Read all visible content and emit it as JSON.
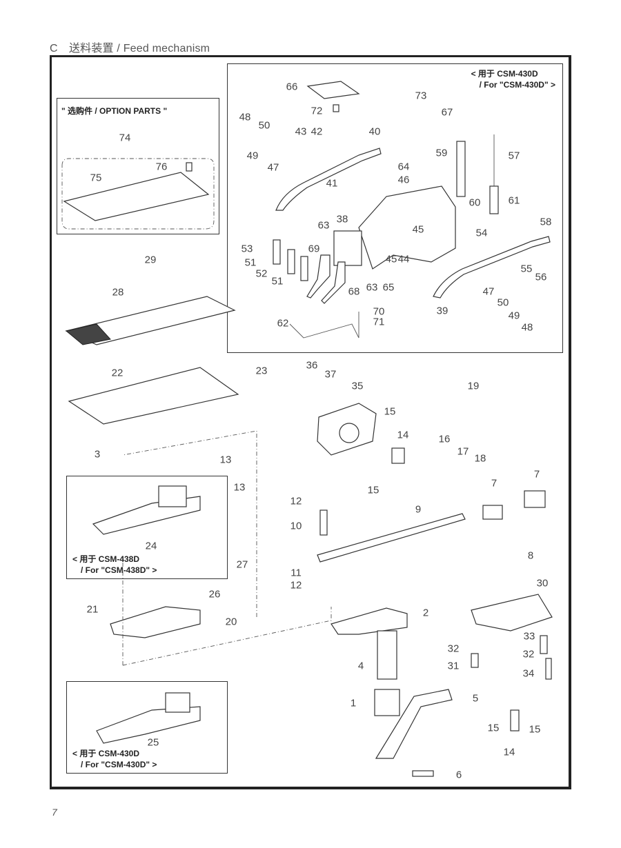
{
  "page": {
    "section_title": "C　送料装置 / Feed mechanism",
    "page_number": "7"
  },
  "boxes": {
    "csm430d_top": {
      "line1": "< 用于 CSM-430D",
      "line2": "/ For \"CSM-430D\" >"
    },
    "option_parts": {
      "title": "\" 选购件 / OPTION PARTS \""
    },
    "csm438d": {
      "line1": "< 用于 CSM-438D",
      "line2": "/ For \"CSM-438D\" >"
    },
    "csm430d_bottom": {
      "line1": "< 用于 CSM-430D",
      "line2": "/ For \"CSM-430D\" >"
    }
  },
  "callouts": [
    {
      "id": "c66",
      "num": "66"
    },
    {
      "id": "c73",
      "num": "73"
    },
    {
      "id": "c72",
      "num": "72"
    },
    {
      "id": "c67",
      "num": "67"
    },
    {
      "id": "c48a",
      "num": "48"
    },
    {
      "id": "c50a",
      "num": "50"
    },
    {
      "id": "c43",
      "num": "43"
    },
    {
      "id": "c42",
      "num": "42"
    },
    {
      "id": "c40",
      "num": "40"
    },
    {
      "id": "c49a",
      "num": "49"
    },
    {
      "id": "c47a",
      "num": "47"
    },
    {
      "id": "c64",
      "num": "64"
    },
    {
      "id": "c46",
      "num": "46"
    },
    {
      "id": "c41",
      "num": "41"
    },
    {
      "id": "c59",
      "num": "59"
    },
    {
      "id": "c57",
      "num": "57"
    },
    {
      "id": "c60",
      "num": "60"
    },
    {
      "id": "c61",
      "num": "61"
    },
    {
      "id": "c54",
      "num": "54"
    },
    {
      "id": "c58",
      "num": "58"
    },
    {
      "id": "c63a",
      "num": "63"
    },
    {
      "id": "c38",
      "num": "38"
    },
    {
      "id": "c45a",
      "num": "45"
    },
    {
      "id": "c53",
      "num": "53"
    },
    {
      "id": "c51a",
      "num": "51"
    },
    {
      "id": "c69",
      "num": "69"
    },
    {
      "id": "c45b",
      "num": "45"
    },
    {
      "id": "c44",
      "num": "44"
    },
    {
      "id": "c52",
      "num": "52"
    },
    {
      "id": "c51b",
      "num": "51"
    },
    {
      "id": "c63b",
      "num": "63"
    },
    {
      "id": "c65",
      "num": "65"
    },
    {
      "id": "c68",
      "num": "68"
    },
    {
      "id": "c55",
      "num": "55"
    },
    {
      "id": "c56",
      "num": "56"
    },
    {
      "id": "c47b",
      "num": "47"
    },
    {
      "id": "c50b",
      "num": "50"
    },
    {
      "id": "c49b",
      "num": "49"
    },
    {
      "id": "c48b",
      "num": "48"
    },
    {
      "id": "c70",
      "num": "70"
    },
    {
      "id": "c71",
      "num": "71"
    },
    {
      "id": "c62",
      "num": "62"
    },
    {
      "id": "c39",
      "num": "39"
    },
    {
      "id": "c74",
      "num": "74"
    },
    {
      "id": "c76",
      "num": "76"
    },
    {
      "id": "c75",
      "num": "75"
    },
    {
      "id": "c29",
      "num": "29"
    },
    {
      "id": "c28",
      "num": "28"
    },
    {
      "id": "c22",
      "num": "22"
    },
    {
      "id": "c23",
      "num": "23"
    },
    {
      "id": "c36",
      "num": "36"
    },
    {
      "id": "c37",
      "num": "37"
    },
    {
      "id": "c35",
      "num": "35"
    },
    {
      "id": "c15a",
      "num": "15"
    },
    {
      "id": "c14a",
      "num": "14"
    },
    {
      "id": "c15b",
      "num": "15"
    },
    {
      "id": "c19",
      "num": "19"
    },
    {
      "id": "c16",
      "num": "16"
    },
    {
      "id": "c17",
      "num": "17"
    },
    {
      "id": "c18",
      "num": "18"
    },
    {
      "id": "c3",
      "num": "3"
    },
    {
      "id": "c13a",
      "num": "13"
    },
    {
      "id": "c13b",
      "num": "13"
    },
    {
      "id": "c24",
      "num": "24"
    },
    {
      "id": "c27",
      "num": "27"
    },
    {
      "id": "c12a",
      "num": "12"
    },
    {
      "id": "c10",
      "num": "10"
    },
    {
      "id": "c9",
      "num": "9"
    },
    {
      "id": "c7a",
      "num": "7"
    },
    {
      "id": "c7b",
      "num": "7"
    },
    {
      "id": "c8",
      "num": "8"
    },
    {
      "id": "c11",
      "num": "11"
    },
    {
      "id": "c12b",
      "num": "12"
    },
    {
      "id": "c26",
      "num": "26"
    },
    {
      "id": "c21",
      "num": "21"
    },
    {
      "id": "c20",
      "num": "20"
    },
    {
      "id": "c2",
      "num": "2"
    },
    {
      "id": "c4",
      "num": "4"
    },
    {
      "id": "c30",
      "num": "30"
    },
    {
      "id": "c33",
      "num": "33"
    },
    {
      "id": "c32a",
      "num": "32"
    },
    {
      "id": "c32b",
      "num": "32"
    },
    {
      "id": "c31",
      "num": "31"
    },
    {
      "id": "c34",
      "num": "34"
    },
    {
      "id": "c1",
      "num": "1"
    },
    {
      "id": "c5",
      "num": "5"
    },
    {
      "id": "c15c",
      "num": "15"
    },
    {
      "id": "c15d",
      "num": "15"
    },
    {
      "id": "c14b",
      "num": "14"
    },
    {
      "id": "c25",
      "num": "25"
    },
    {
      "id": "c6",
      "num": "6"
    }
  ]
}
